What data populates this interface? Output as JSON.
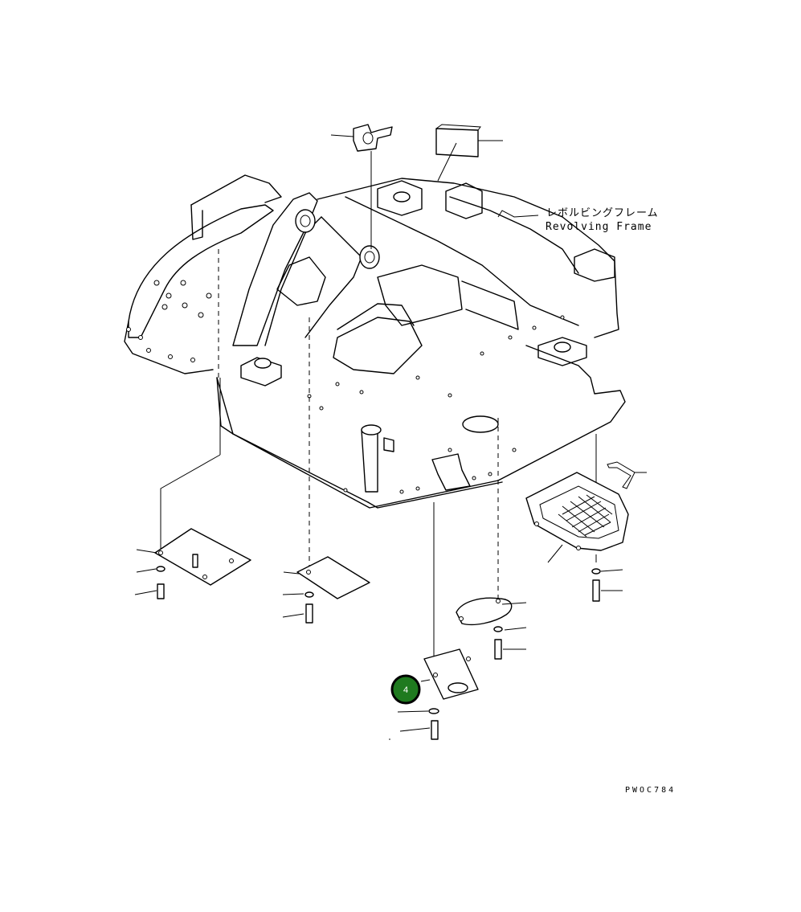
{
  "labels": {
    "frame_jp": "レボルビングフレーム",
    "frame_en": "Revolving Frame",
    "drawing_code": "PWOC784"
  },
  "callout": {
    "number": "4",
    "fill_color": "#1f7a1f",
    "ring_color": "#000000"
  }
}
